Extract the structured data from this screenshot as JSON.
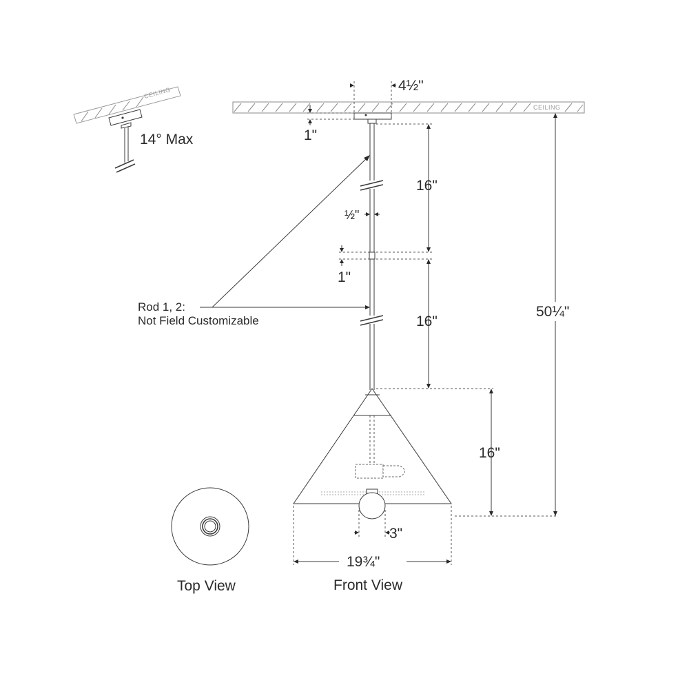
{
  "tilt_view": {
    "ceiling_label": "CEILING",
    "angle_label": "14° Max"
  },
  "front_view": {
    "ceiling_label": "CEILING",
    "canopy_width_label": "4½\"",
    "canopy_height_label": "1\"",
    "rod_upper_length_label": "16\"",
    "rod_diameter_label": "½\"",
    "rod_joint_label": "1\"",
    "rod_lower_length_label": "16\"",
    "shade_height_label": "16\"",
    "overall_height_label": "50¼\"",
    "bulb_width_label": "3\"",
    "shade_width_label": "19¾\"",
    "rod_note_line1": "Rod 1, 2:",
    "rod_note_line2": "Not Field Customizable",
    "caption": "Front View"
  },
  "top_view": {
    "caption": "Top View"
  }
}
